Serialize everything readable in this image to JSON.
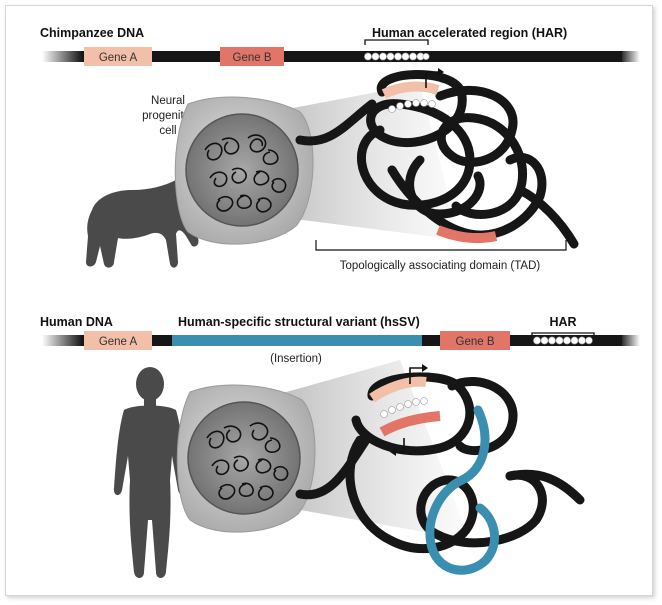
{
  "top": {
    "dna_title": "Chimpanzee DNA",
    "har_label": "Human accelerated region (HAR)",
    "gene_a": "Gene A",
    "gene_b": "Gene B",
    "cell_label_line1": "Neural",
    "cell_label_line2": "progenitor",
    "cell_label_line3": "cell",
    "tad_label": "Topologically associating domain (TAD)"
  },
  "bottom": {
    "dna_title": "Human DNA",
    "hssv_label": "Human-specific structural variant (hsSV)",
    "insertion_label": "(Insertion)",
    "gene_a": "Gene A",
    "gene_b": "Gene B",
    "har_label": "HAR"
  },
  "colors": {
    "dna": "#161616",
    "gene_a": "#f2c0a8",
    "gene_b": "#e07568",
    "insertion": "#3a8fb0",
    "cell": "#bfbfbf",
    "nucleus": "#8c8c8c",
    "silhouette": "#4a4a4a"
  }
}
